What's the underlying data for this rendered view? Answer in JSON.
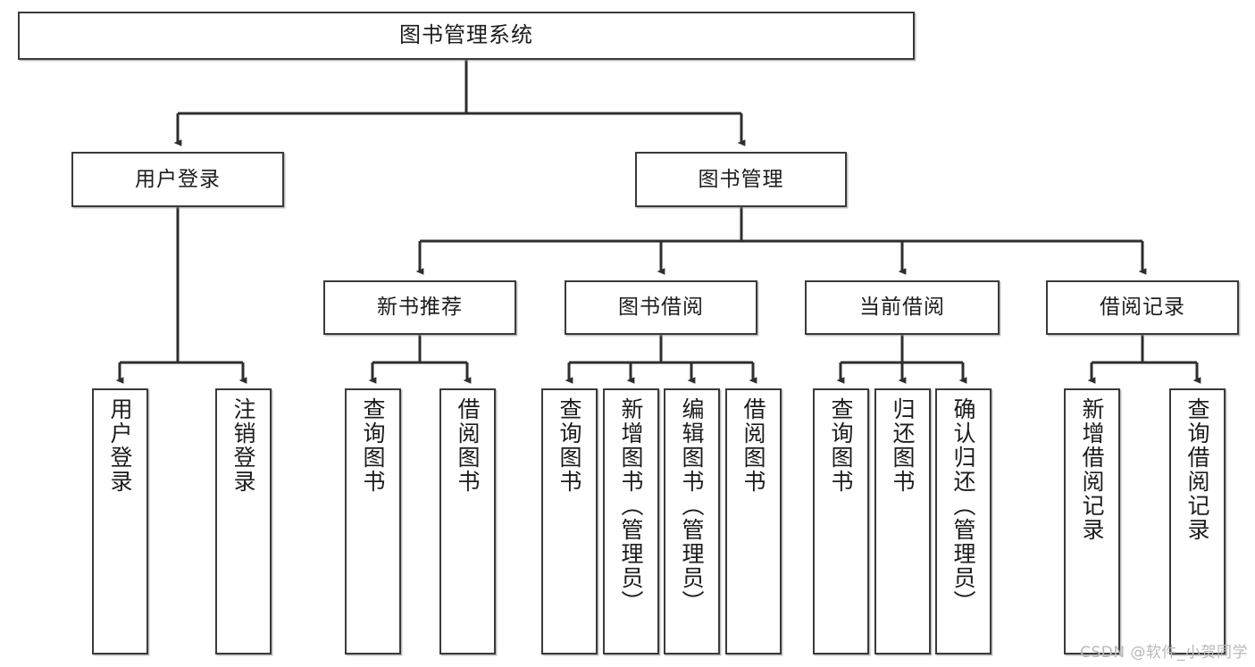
{
  "diagram": {
    "title": "图书管理系统",
    "watermark": "CSDN @软件_小贺同学",
    "nodes": {
      "root": {
        "label": "图书管理系统"
      },
      "level2": [
        {
          "label": "用户登录"
        },
        {
          "label": "图书管理"
        }
      ],
      "level3": [
        {
          "label": "新书推荐"
        },
        {
          "label": "图书借阅"
        },
        {
          "label": "当前借阅"
        },
        {
          "label": "借阅记录"
        }
      ],
      "leaves": {
        "user_login": [
          {
            "label": "用户登录"
          },
          {
            "label": "注销登录"
          }
        ],
        "new_book": [
          {
            "label": "查询图书"
          },
          {
            "label": "借阅图书"
          }
        ],
        "book_borrow": [
          {
            "label": "查询图书"
          },
          {
            "label": "新增图书（管理员）"
          },
          {
            "label": "编辑图书（管理员）"
          },
          {
            "label": "借阅图书"
          }
        ],
        "current_borrow": [
          {
            "label": "查询图书"
          },
          {
            "label": "归还图书"
          },
          {
            "label": "确认归还（管理员）"
          }
        ],
        "borrow_record": [
          {
            "label": "新增借阅记录"
          },
          {
            "label": "查询借阅记录"
          }
        ]
      }
    },
    "colors": {
      "border": "#3a3a3a",
      "text": "#1c1c1c",
      "background": "#ffffff",
      "watermark": "#b9b9b9"
    }
  }
}
